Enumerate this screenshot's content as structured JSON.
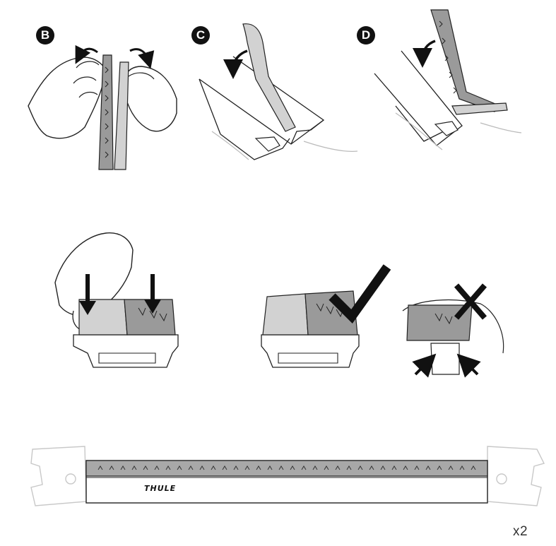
{
  "steps": [
    {
      "label": "B"
    },
    {
      "label": "C"
    },
    {
      "label": "D"
    }
  ],
  "brand": {
    "logo_text": "THULE"
  },
  "quantity": "x2",
  "colors": {
    "ink": "#111111",
    "strip_dark": "#9a9a9a",
    "strip_light": "#d2d2d2",
    "faded_outline": "#c8c8c8"
  }
}
